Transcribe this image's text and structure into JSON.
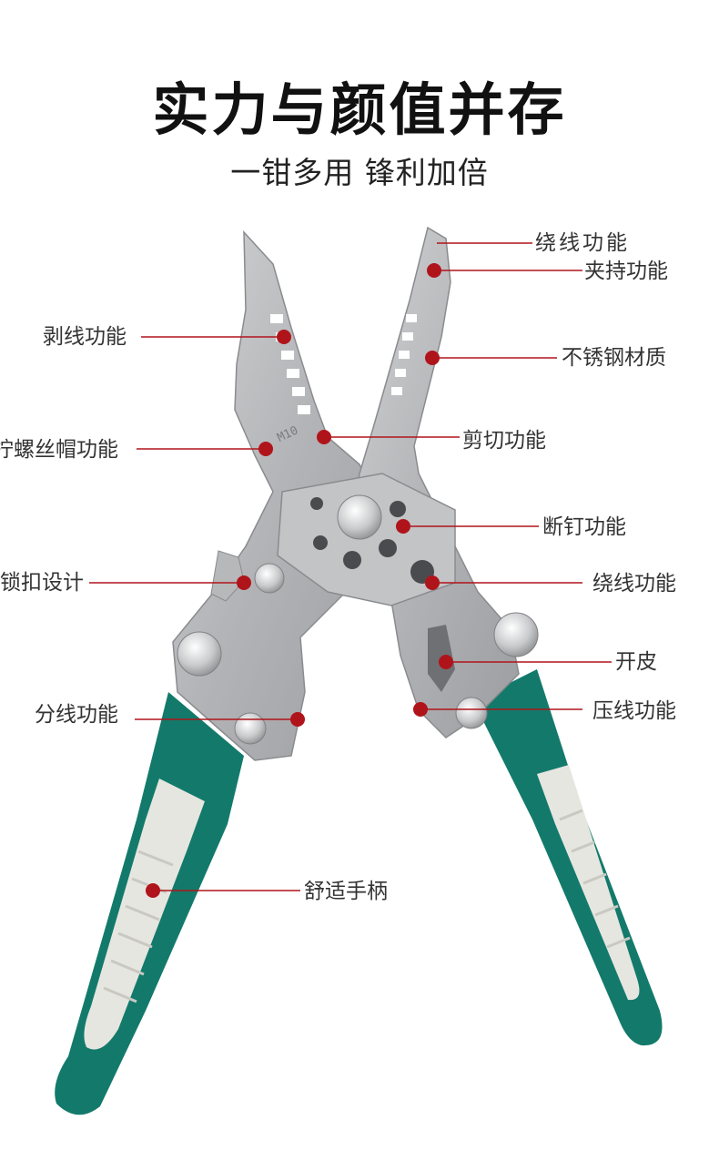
{
  "header": {
    "title": "实力与颜值并存",
    "subtitle": "一钳多用 锋利加倍"
  },
  "tool": {
    "label": "M10",
    "handle_accent_color": "#137a6b",
    "handle_grip_color": "#e6e6e0",
    "steel_color": "#b9babc",
    "marker_color": "#b0141b"
  },
  "callouts": {
    "winding_top": "绕线功能",
    "clamping": "夹持功能",
    "stripping": "剥线功能",
    "stainless": "不锈钢材质",
    "screw_cap": "拧螺丝帽功能",
    "cutting": "剪切功能",
    "nail_break": "断钉功能",
    "lock_design": "锁扣设计",
    "winding": "绕线功能",
    "peeling": "开皮",
    "splitting": "分线功能",
    "crimping": "压线功能",
    "handle": "舒适手柄"
  }
}
